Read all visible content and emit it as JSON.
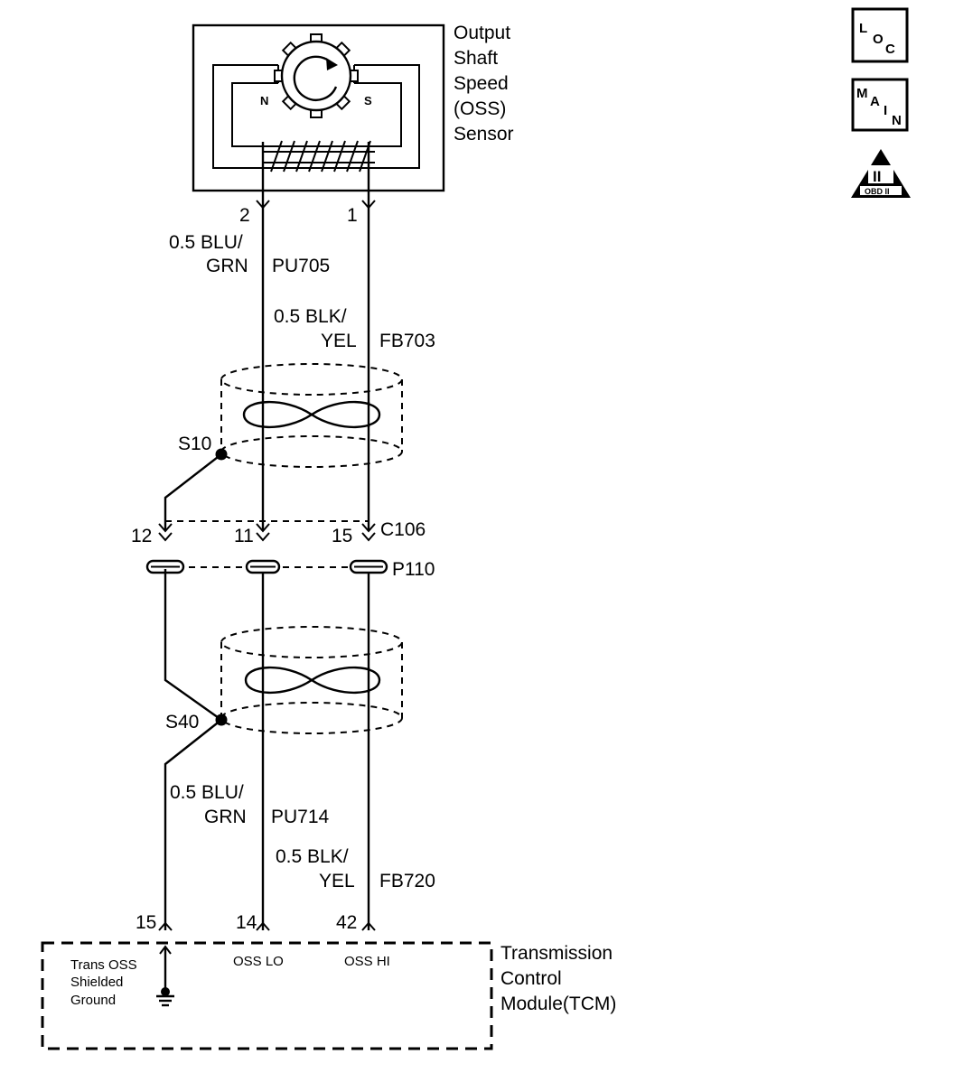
{
  "sensor": {
    "title_lines": [
      "Output",
      "Shaft",
      "Speed",
      "(OSS)",
      "Sensor"
    ],
    "pole_n": "N",
    "pole_s": "S",
    "pin_left": "2",
    "pin_right": "1"
  },
  "icons": {
    "loc": {
      "l": "L",
      "o": "O",
      "c": "C"
    },
    "main": {
      "m": "M",
      "a": "A",
      "i": "I",
      "n": "N"
    },
    "obd": {
      "numeral": "II",
      "label": "OBD II"
    }
  },
  "upper_wires": {
    "left_line1": "0.5 BLU/",
    "left_line2": "GRN",
    "left_circuit": "PU705",
    "right_line1": "0.5 BLK/",
    "right_line2": "YEL",
    "right_circuit": "FB703"
  },
  "splices": {
    "upper": "S10",
    "lower": "S40"
  },
  "connector": {
    "name_top": "C106",
    "name_bottom": "P110",
    "pins": [
      "12",
      "11",
      "15"
    ]
  },
  "lower_wires": {
    "left_line1": "0.5 BLU/",
    "left_line2": "GRN",
    "left_circuit": "PU714",
    "right_line1": "0.5 BLK/",
    "right_line2": "YEL",
    "right_circuit": "FB720"
  },
  "tcm": {
    "pins": [
      "15",
      "14",
      "42"
    ],
    "ground_label_lines": [
      "Trans OSS",
      "Shielded",
      "Ground"
    ],
    "oss_lo": "OSS LO",
    "oss_hi": "OSS HI",
    "title_lines": [
      "Transmission",
      "Control",
      "Module(TCM)"
    ]
  }
}
